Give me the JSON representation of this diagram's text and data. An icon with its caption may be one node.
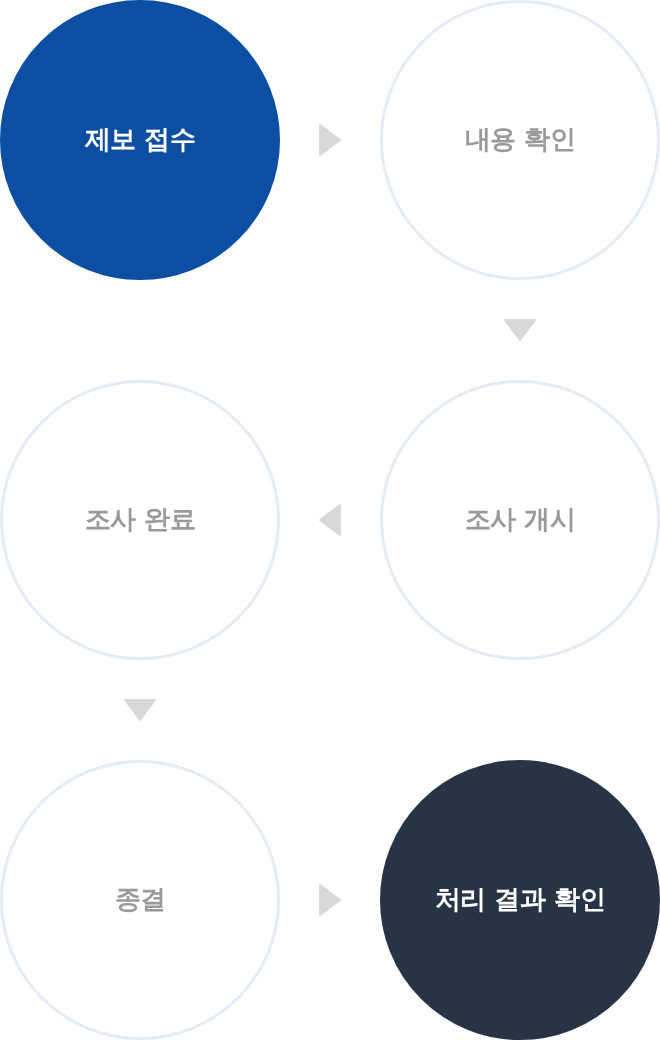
{
  "diagram": {
    "nodes": [
      {
        "text": [
          "제보 접수"
        ]
      },
      {
        "text": [
          "내용 확인"
        ]
      },
      {
        "text": [
          "조사 완료"
        ]
      },
      {
        "text": [
          "조사 개시"
        ]
      },
      {
        "text": [
          "종결"
        ]
      },
      {
        "text": [
          "처리 결과 확인"
        ]
      }
    ],
    "edges": [
      {
        "from": 0,
        "to": 1,
        "arrow": "to"
      },
      {
        "from": 1,
        "to": 3,
        "arrow": "to"
      },
      {
        "from": 3,
        "to": 2,
        "arrow": "to"
      },
      {
        "from": 2,
        "to": 4,
        "arrow": "to"
      },
      {
        "from": 4,
        "to": 5,
        "arrow": "to"
      }
    ]
  }
}
